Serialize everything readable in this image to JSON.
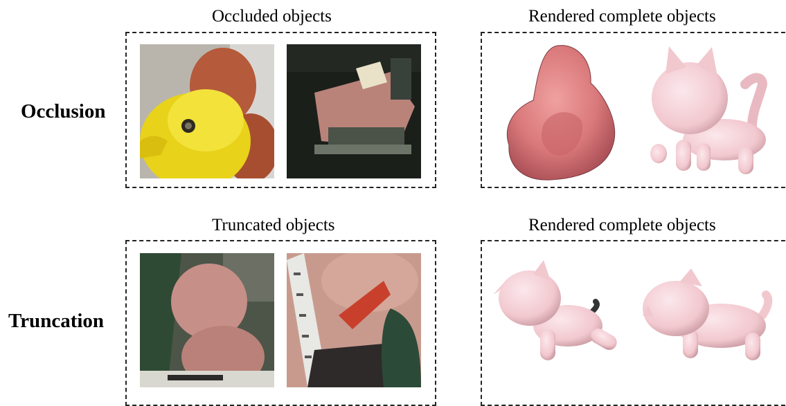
{
  "rows": [
    {
      "label": "Occlusion",
      "input_caption": "Occluded objects",
      "output_caption": "Rendered complete objects",
      "input_images": [
        "occluded-duck-photo",
        "occluded-cat-photo"
      ],
      "output_renders": [
        "rendered-duck-mesh",
        "rendered-cat-mesh"
      ]
    },
    {
      "label": "Truncation",
      "input_caption": "Truncated objects",
      "output_caption": "Rendered complete objects",
      "input_images": [
        "truncated-cat-photo-1",
        "truncated-cat-photo-2"
      ],
      "output_renders": [
        "rendered-cat-mesh-left",
        "rendered-cat-mesh-right"
      ]
    }
  ],
  "colors": {
    "duck_render": "#d9787a",
    "cat_render": "#f2c8cf",
    "dashed_border": "#222222"
  }
}
